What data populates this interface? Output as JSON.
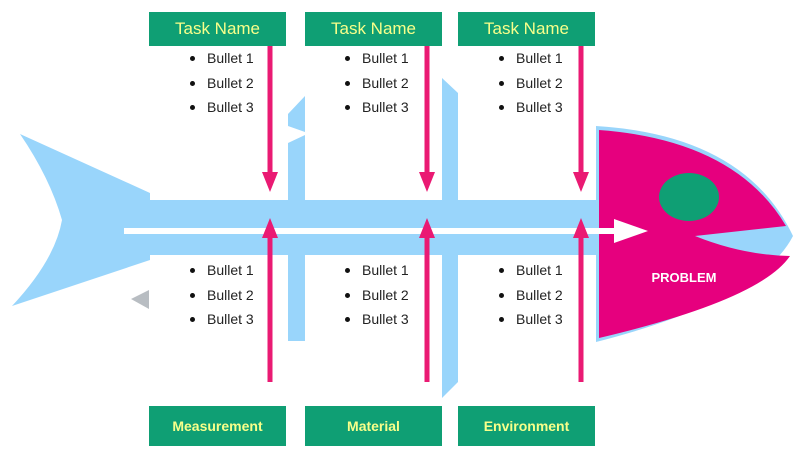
{
  "problem": "PROBLEM",
  "causes": [
    {
      "task_name": "Task Name",
      "top_bullets": [
        "Bullet 1",
        "Bullet 2",
        "Bullet 3"
      ],
      "bottom_bullets": [
        "Bullet 1",
        "Bullet 2",
        "Bullet 3"
      ],
      "category": "Measurement"
    },
    {
      "task_name": "Task Name",
      "top_bullets": [
        "Bullet 1",
        "Bullet 2",
        "Bullet 3"
      ],
      "bottom_bullets": [
        "Bullet 1",
        "Bullet 2",
        "Bullet 3"
      ],
      "category": "Material"
    },
    {
      "task_name": "Task Name",
      "top_bullets": [
        "Bullet 1",
        "Bullet 2",
        "Bullet 3"
      ],
      "bottom_bullets": [
        "Bullet 1",
        "Bullet 2",
        "Bullet 3"
      ],
      "category": "Environment"
    }
  ],
  "colors": {
    "fish_body": "#99d5fb",
    "head": "#e6007e",
    "eye": "#0f9f74",
    "arrow": "#ea1a73",
    "box": "#0f9f74",
    "box_text": "#f8ff8a"
  }
}
